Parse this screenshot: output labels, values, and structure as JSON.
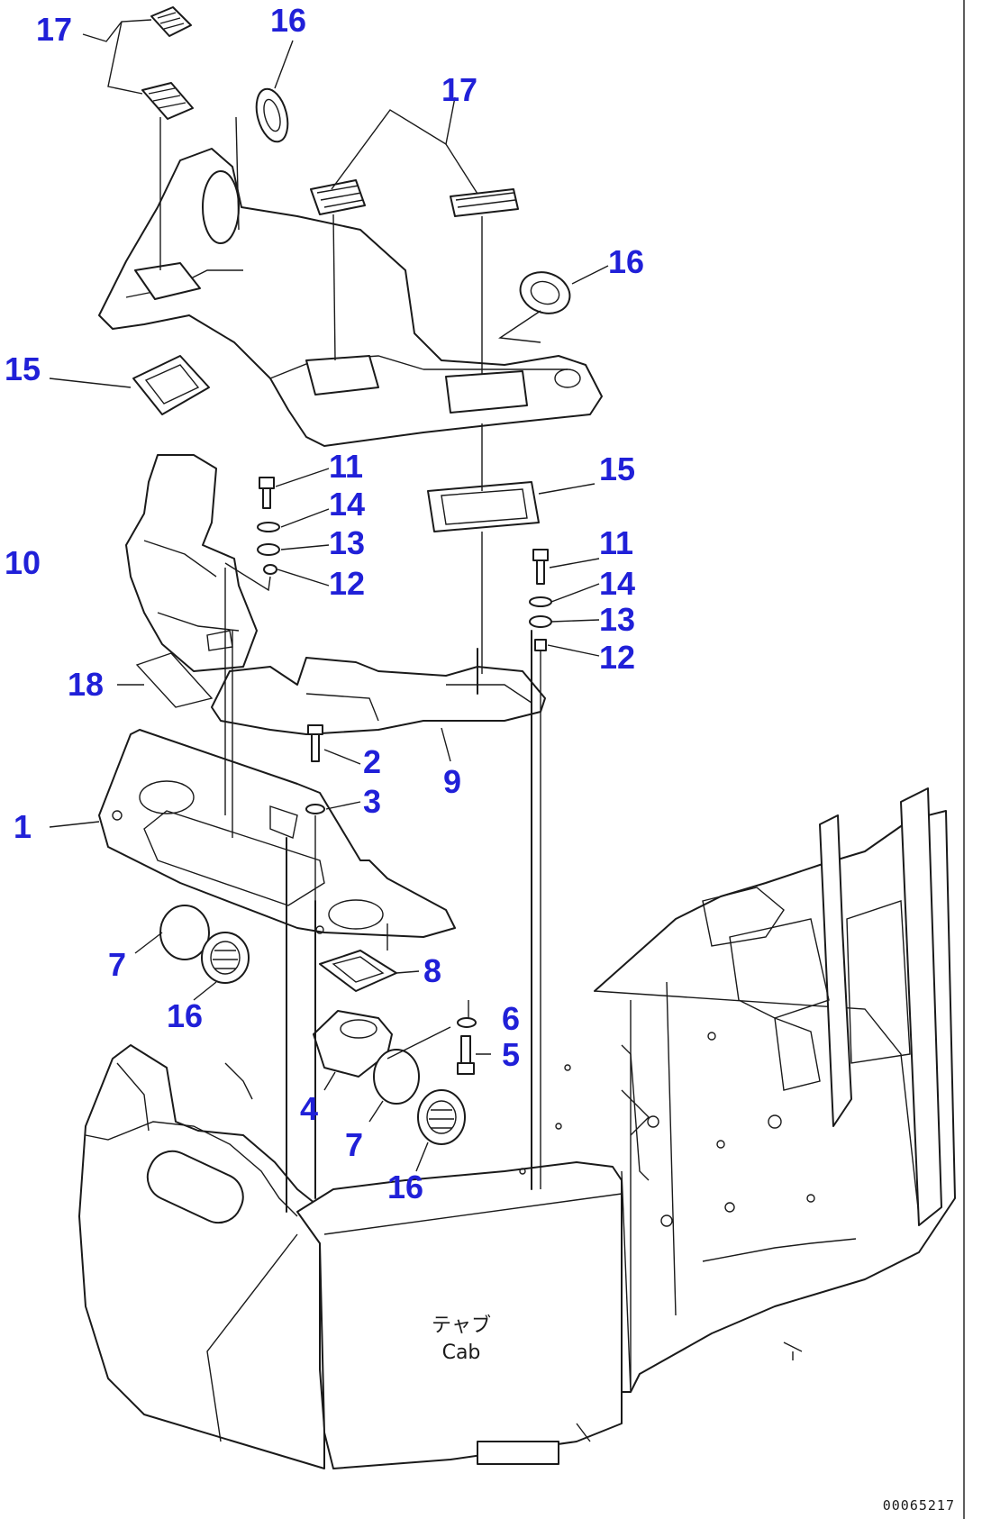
{
  "callouts": [
    {
      "id": "c17a",
      "label": "17"
    },
    {
      "id": "c16a",
      "label": "16"
    },
    {
      "id": "c17b",
      "label": "17"
    },
    {
      "id": "c16b",
      "label": "16"
    },
    {
      "id": "c15a",
      "label": "15"
    },
    {
      "id": "c11a",
      "label": "11"
    },
    {
      "id": "c15b",
      "label": "15"
    },
    {
      "id": "c14a",
      "label": "14"
    },
    {
      "id": "c10",
      "label": "10"
    },
    {
      "id": "c13a",
      "label": "13"
    },
    {
      "id": "c11b",
      "label": "11"
    },
    {
      "id": "c12a",
      "label": "12"
    },
    {
      "id": "c14b",
      "label": "14"
    },
    {
      "id": "c13b",
      "label": "13"
    },
    {
      "id": "c12b",
      "label": "12"
    },
    {
      "id": "c18",
      "label": "18"
    },
    {
      "id": "c2",
      "label": "2"
    },
    {
      "id": "c9",
      "label": "9"
    },
    {
      "id": "c3",
      "label": "3"
    },
    {
      "id": "c1",
      "label": "1"
    },
    {
      "id": "c8",
      "label": "8"
    },
    {
      "id": "c7a",
      "label": "7"
    },
    {
      "id": "c6",
      "label": "6"
    },
    {
      "id": "c16c",
      "label": "16"
    },
    {
      "id": "c5",
      "label": "5"
    },
    {
      "id": "c4",
      "label": "4"
    },
    {
      "id": "c7b",
      "label": "7"
    },
    {
      "id": "c16d",
      "label": "16"
    }
  ],
  "cab_label": {
    "line1": "テャブ",
    "line2": "Cab"
  },
  "drawing_code": "00065217",
  "colors": {
    "callout": "#2020d8",
    "line": "#1a1a1a",
    "background": "#ffffff"
  }
}
